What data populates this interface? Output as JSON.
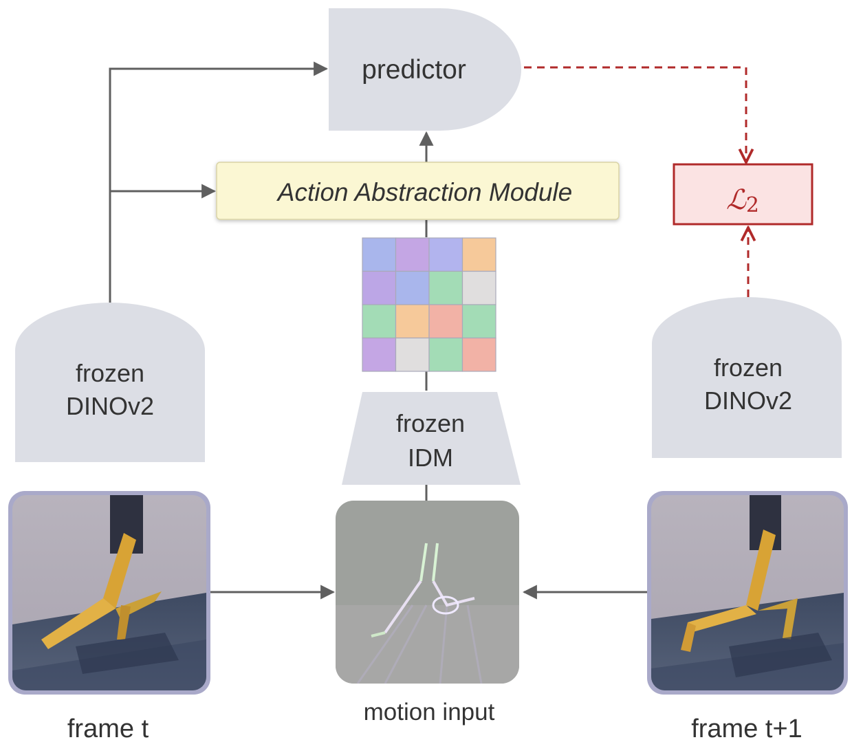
{
  "nodes": {
    "predictor": "predictor",
    "action_module": "Action Abstraction Module",
    "loss": {
      "symbol": "ℒ",
      "subscript": "2"
    },
    "dino_left": {
      "line1": "frozen",
      "line2": "DINOv2"
    },
    "dino_right": {
      "line1": "frozen",
      "line2": "DINOv2"
    },
    "idm": {
      "line1": "frozen",
      "line2": "IDM"
    }
  },
  "images": {
    "frame_t": "frame t",
    "motion": "motion input",
    "frame_t1": "frame t+1"
  },
  "colors": {
    "arrow": "#5f5f5f",
    "loss_red": "#b02a2a",
    "loss_fill": "#fbe3e3",
    "shape_gray": "#dcdee5",
    "module_fill": "#fbf7d3",
    "frame_border": "#a9a9c9"
  },
  "token_grid": [
    [
      "#a9b6ec",
      "#c4a6e4",
      "#b2b4ee",
      "#f6c99a"
    ],
    [
      "#bca6e6",
      "#a9b6ec",
      "#a3dcb6",
      "#e0dede"
    ],
    [
      "#a3dcb6",
      "#f6c99a",
      "#f2b2a6",
      "#a3dcb6"
    ],
    [
      "#c4a6e4",
      "#e0dede",
      "#a3dcb6",
      "#f2b2a6"
    ]
  ]
}
